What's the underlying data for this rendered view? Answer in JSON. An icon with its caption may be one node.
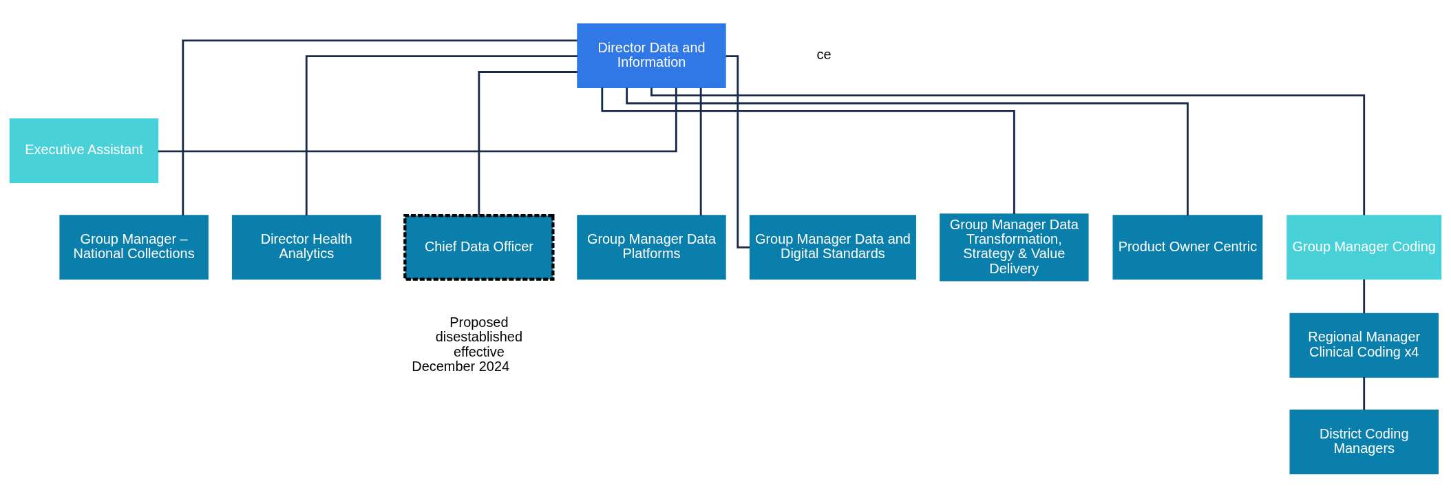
{
  "diagram": {
    "nodes": [
      {
        "text": [
          "Director Data and Information"
        ]
      },
      {
        "text": [
          "Executive Assistant"
        ]
      },
      {
        "text": [
          "Group Manager – National Collections"
        ]
      },
      {
        "text": [
          "Director Health Analytics"
        ]
      },
      {
        "text": [
          "Chief Data Officer"
        ],
        "beside": [
          "Proposed disestablished effective December 2024"
        ]
      },
      {
        "text": [
          "Group Manager Data Platforms"
        ]
      },
      {
        "text": [
          "Group Manager Data and Digital Standards"
        ]
      },
      {
        "text": [
          "Group Manager Data Transformation, Strategy & Value Delivery"
        ]
      },
      {
        "text": [
          "Product Owner Centric"
        ]
      },
      {
        "text": [
          "Group Manager Coding"
        ]
      },
      {
        "text": [
          "Regional Manager Clinical Coding x4"
        ]
      },
      {
        "text": [
          "District Coding Managers"
        ]
      }
    ],
    "edges": [
      {
        "from": 0,
        "to": 1,
        "arrow": "none"
      },
      {
        "from": 0,
        "to": 2,
        "arrow": "none"
      },
      {
        "from": 0,
        "to": 3,
        "arrow": "none"
      },
      {
        "from": 0,
        "to": 4,
        "arrow": "none"
      },
      {
        "from": 0,
        "to": 5,
        "arrow": "none"
      },
      {
        "from": 0,
        "to": 6,
        "arrow": "none"
      },
      {
        "from": 0,
        "to": 7,
        "arrow": "none"
      },
      {
        "from": 0,
        "to": 8,
        "arrow": "none"
      },
      {
        "from": 0,
        "to": 9,
        "arrow": "none"
      },
      {
        "from": 9,
        "to": 10,
        "arrow": "none"
      },
      {
        "from": 10,
        "to": 11,
        "arrow": "none"
      }
    ],
    "labels": [
      "ce"
    ]
  }
}
